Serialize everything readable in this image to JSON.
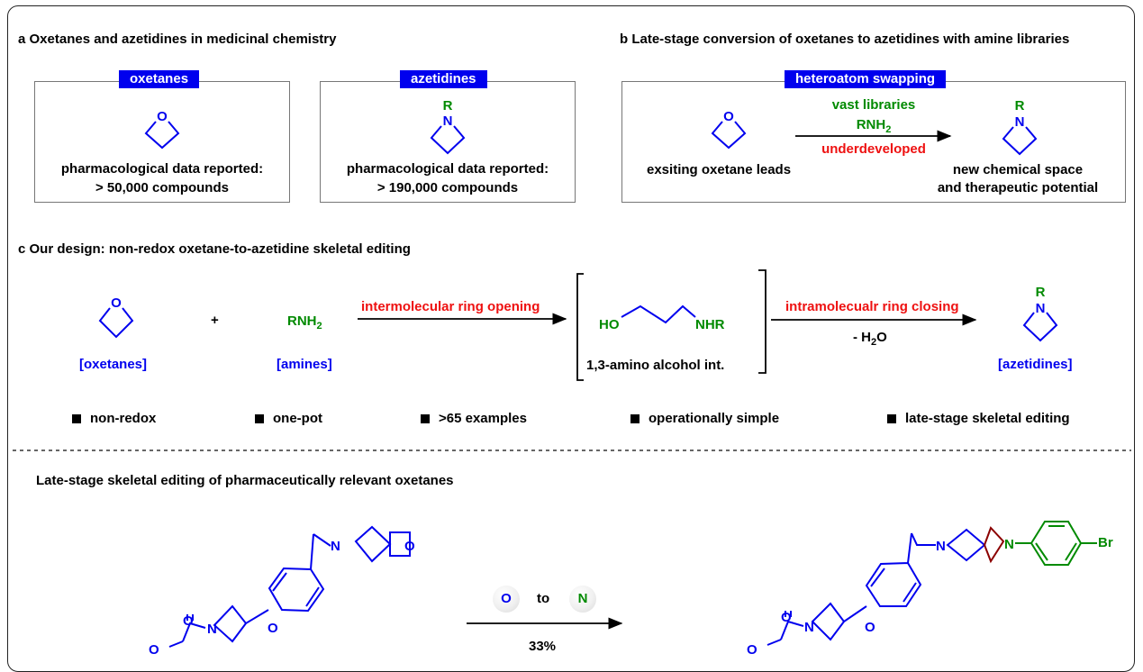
{
  "panel_a": {
    "title": "a  Oxetanes and azetidines in medicinal chemistry",
    "oxetanes": {
      "label": "oxetanes",
      "data_line1": "pharmacological data reported:",
      "data_line2": "> 50,000 compounds"
    },
    "azetidines": {
      "label": "azetidines",
      "data_line1": "pharmacological data reported:",
      "data_line2": "> 190,000 compounds"
    }
  },
  "panel_b": {
    "title": "b  Late-stage conversion of oxetanes to azetidines with amine libraries",
    "label": "heteroatom swapping",
    "above_arrow_1": "vast libraries",
    "above_arrow_2": "RNH",
    "above_arrow_2_sub": "2",
    "below_arrow": "underdeveloped",
    "left_caption": "exsiting oxetane leads",
    "right_caption_1": "new chemical space",
    "right_caption_2": "and therapeutic potential"
  },
  "panel_c": {
    "title": "c  Our design: non-redox oxetane-to-azetidine skeletal editing",
    "plus": "+",
    "oxetanes_label": "[oxetanes]",
    "amine_formula": "RNH",
    "amine_formula_sub": "2",
    "amines_label": "[amines]",
    "arrow1_label": "intermolecular ring opening",
    "intermediate_label": "1,3-amino alcohol int.",
    "arrow2_label": "intramolecualr ring closing",
    "arrow2_below": "- H",
    "arrow2_below_sub": "2",
    "arrow2_below_tail": "O",
    "azetidines_label": "[azetidines]",
    "features": [
      "non-redox",
      "one-pot",
      ">65 examples",
      "operationally simple",
      "late-stage skeletal editing"
    ]
  },
  "panel_d": {
    "title": "Late-stage skeletal editing of pharmaceutically relevant oxetanes",
    "from_atom": "O",
    "to_word": "to",
    "to_atom": "N",
    "yield": "33%"
  },
  "atoms": {
    "O": "O",
    "N": "N",
    "R": "R",
    "HO": "HO",
    "NHR": "NHR",
    "Br": "Br"
  },
  "colors": {
    "accent_blue": "#0000ee",
    "green": "#008a00",
    "red": "#ee1111",
    "dark_red": "#8b0000"
  }
}
